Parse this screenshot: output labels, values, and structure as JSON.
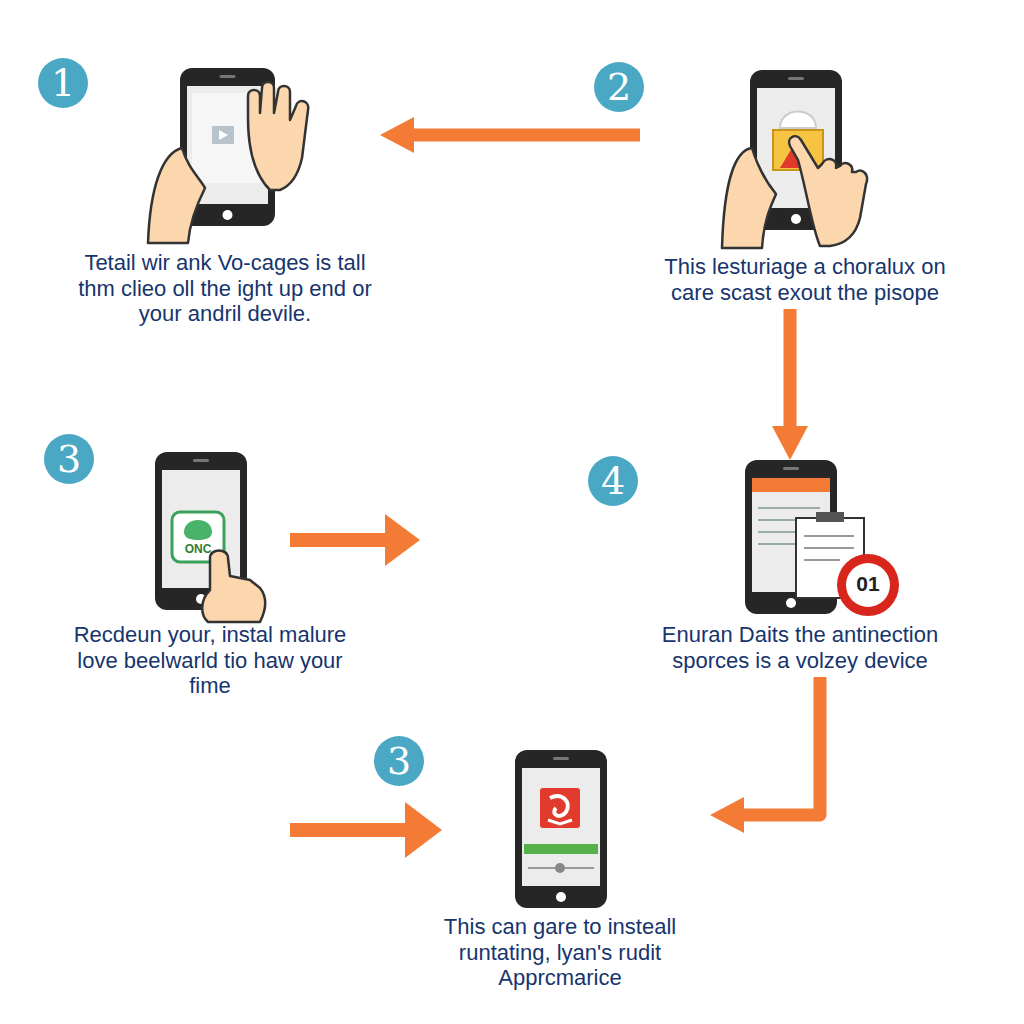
{
  "diagram": {
    "nodes": [
      {
        "text": [
          "Tetail wir ank Vo-cages is tall thm clieo oll the ight up end or your andril devile."
        ]
      },
      {
        "text": [
          "This lesturiage a choralux on care scast exout the pisope"
        ]
      },
      {
        "text": [
          "ONC",
          "Recdeun your, instal malure love beelwarld tio haw your fime"
        ]
      },
      {
        "text": [
          "01",
          "Enuran Daits the antinection sporces is a volzey device"
        ]
      },
      {
        "text": [
          "This can gare to insteall runtating, lyan's rudit Apprcmarice"
        ]
      }
    ],
    "edges": [
      {
        "from": 1,
        "to": 0,
        "arrow": "to"
      },
      {
        "from": 1,
        "to": 3,
        "arrow": "to"
      },
      {
        "from": 3,
        "to": 4,
        "arrow": "to"
      }
    ],
    "labels": [
      "1",
      "2",
      "3",
      "4",
      "3"
    ]
  }
}
